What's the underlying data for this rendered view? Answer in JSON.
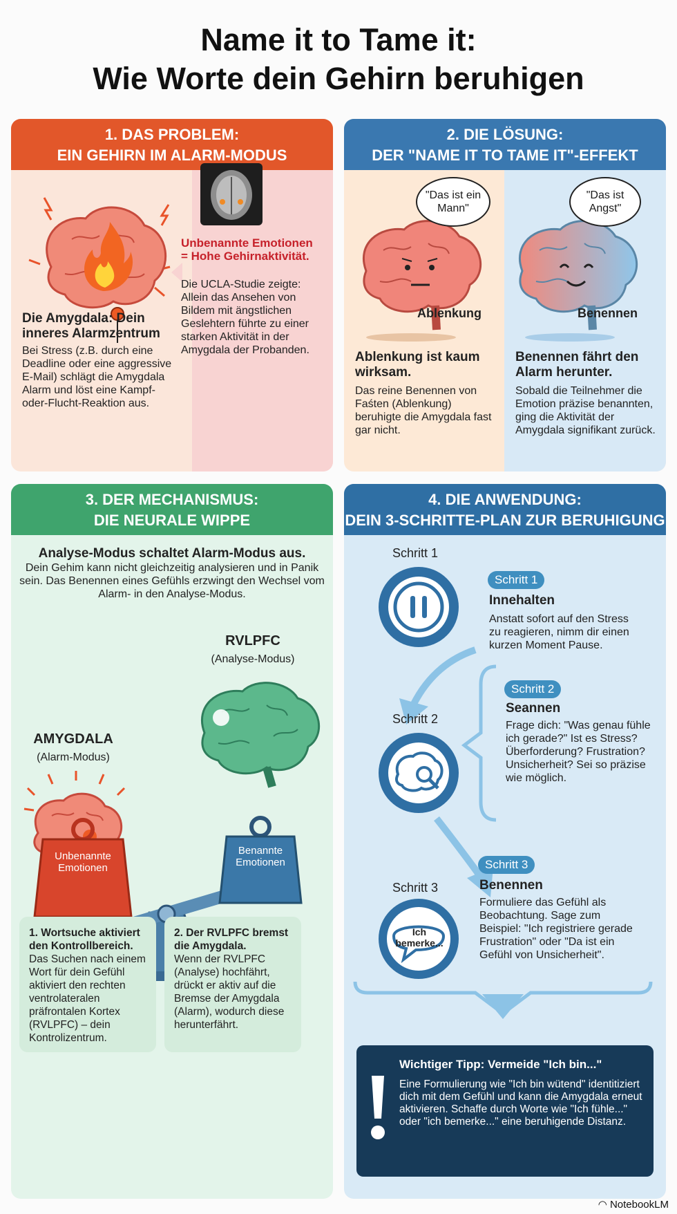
{
  "title": {
    "line1": "Name it to Tame it:",
    "line2": "Wie Worte dein Gehirn beruhigen"
  },
  "colors": {
    "problem_header": "#e2572a",
    "solution_header": "#3a78b0",
    "mechanism_header": "#3fa46d",
    "application_header": "#2f6fa4",
    "tip_bg": "#173a58"
  },
  "problem": {
    "heading1": "1. DAS PROBLEM:",
    "heading2": "EIN GEHIRN IM ALARM-MODUS",
    "amygdala_title": "Die Amygdala: Dein inneres Alarmzentrum",
    "amygdala_text": "Bei Stress (z.B. durch eine Deadline oder eine aggressive E-Mail) schlägt die Amygdala Alarm und löst eine Kampf-oder-Flucht-Reaktion aus.",
    "study_title": "Unbenannte Emotionen = Hohe Gehirnaktivität.",
    "study_text": "Die UCLA-Studie zeigte: Allein das Ansehen von Bildem mit ängstlichen Geslehtern führte zu einer starken Aktivität in der Amygdala der Probanden."
  },
  "solution": {
    "heading1": "2. DIE LÖSUNG:",
    "heading2": "DER \"NAME IT TO TAME IT\"-EFFEKT",
    "left_bubble": "\"Das ist ein Mann\"",
    "left_caption": "Ablenkung",
    "left_title": "Ablenkung ist kaum wirksam.",
    "left_text": "Das reine Benennen von Faśten (Ablenkung) beruhigte die Amygdala fast gar nicht.",
    "right_bubble": "\"Das ist Angst\"",
    "right_caption": "Benennen",
    "right_title": "Benennen fährt den Alarm herunter.",
    "right_text": "Sobald die Teilnehmer die Emotion präzise benannten, ging die Aktivität der Amygdala signifikant zurück."
  },
  "mechanism": {
    "heading1": "3. DER MECHANISMUS:",
    "heading2": "DIE NEURALE WIPPE",
    "intro_title": "Analyse-Modus schaltet Alarm-Modus aus.",
    "intro_text": "Dein Gehim kann nicht gleichzeitig analysieren und in Panik sein. Das Benennen eines Gefühls erzwingt den Wechsel vom Alarm- in den Analyse-Modus.",
    "rvlpfc_label": "RVLPFC",
    "rvlpfc_sub": "(Analyse-Modus)",
    "amygdala_label": "AMYGDALA",
    "amygdala_sub": "(Alarm-Modus)",
    "weight_left": "Unbenannte Emotionen",
    "weight_right": "Benannte Emotionen",
    "card1_title": "1. Wortsuche aktiviert den Kontrollbereich.",
    "card1_text": "Das Suchen nach einem Wort für dein Gefühl aktiviert den rechten ventrolateralen präfrontalen Kortex (RVLPFC) – dein Kontrolizentrum.",
    "card2_title": "2. Der RVLPFC bremst die Amygdala.",
    "card2_text": "Wenn der RVLPFC (Analyse) hochfährt, drückt er aktiv auf die Bremse der Amygdala (Alarm), wodurch diese herunterfährt."
  },
  "application": {
    "heading1": "4. DIE ANWENDUNG:",
    "heading2": "DEIN 3-SCHRITTE-PLAN ZUR BERUHIGUNG",
    "steps": [
      {
        "label": "Schritt 1",
        "pill": "Schritt 1",
        "title": "Innehalten",
        "text": "Anstatt sofort auf den Stress zu reagieren, nimm dir einen kurzen Moment Pause.",
        "icon_text": ""
      },
      {
        "label": "Schritt 2",
        "pill": "Schritt 2",
        "title": "Seannen",
        "text": "Frage dich: \"Was genau fühle ich gerade?\" Ist es Stress? Überforderung? Frustration? Unsicherheit? Sei so präzise wie möglich.",
        "icon_text": ""
      },
      {
        "label": "Schritt 3",
        "pill": "Schritt 3",
        "title": "Benennen",
        "text": "Formuliere das Gefühl als Beobachtung. Sage zum Beispiel: \"Ich registriere gerade Frustration\" oder \"Da ist ein Gefühl von Unsicherheit\".",
        "icon_text": "Ich bemerke..."
      }
    ],
    "tip_title": "Wichtiger Tipp: Vermeide \"Ich bin...\"",
    "tip_text": "Eine Formulierung wie \"Ich bin wütend\" identitiziert dich mit dem Gefühl und kann die Amygdala erneut aktivieren. Schaffe durch Worte wie \"Ich fühle...\" oder \"ich bemerke...\" eine beruhigende Distanz."
  },
  "footer": {
    "brand": "NotebookLM"
  }
}
